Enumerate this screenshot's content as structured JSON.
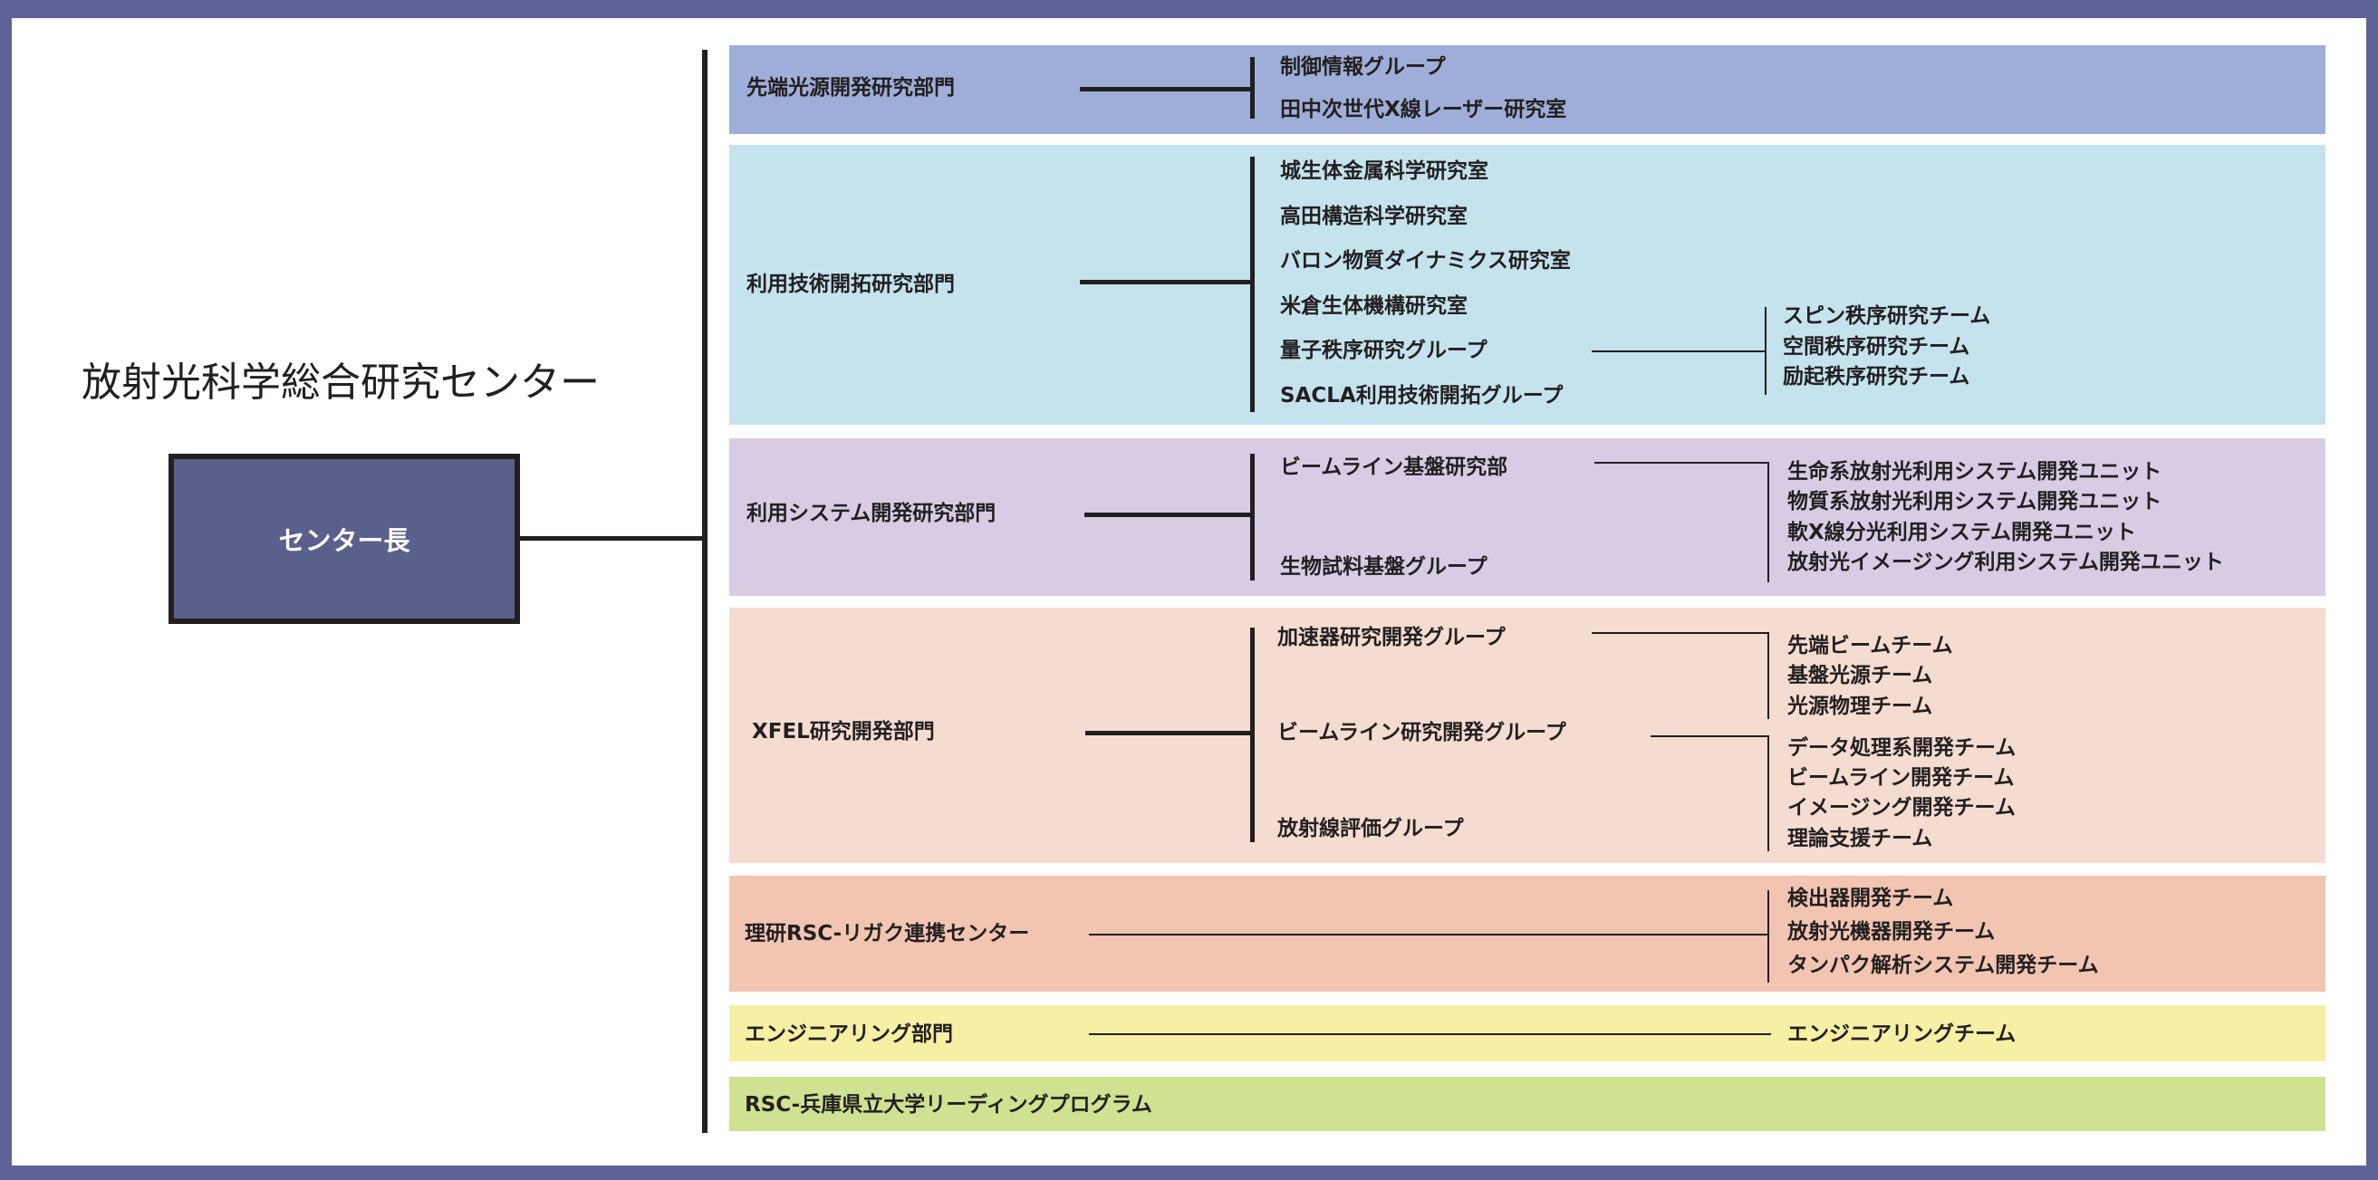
{
  "center": {
    "title": "放射光科学総合研究センター",
    "director": "センター長"
  },
  "colors": {
    "frame": "#5f6296",
    "director_box": "#5b5f8c",
    "band_1": "#9eaed8",
    "band_2": "#c4e3ed",
    "band_3": "#d8cce4",
    "band_4": "#f4dcd0",
    "band_5": "#f1c5b2",
    "band_6": "#f5f0a4",
    "band_7": "#cfe291"
  },
  "divisions": [
    {
      "name": "先端光源開発研究部門",
      "groups": [
        "制御情報グループ",
        "田中次世代X線レーザー研究室"
      ]
    },
    {
      "name": "利用技術開拓研究部門",
      "groups": [
        "城生体金属科学研究室",
        "高田構造科学研究室",
        "バロン物質ダイナミクス研究室",
        "米倉生体機構研究室",
        "量子秩序研究グループ",
        "SACLA利用技術開拓グループ"
      ],
      "teams": [
        "スピン秩序研究チーム",
        "空間秩序研究チーム",
        "励起秩序研究チーム"
      ]
    },
    {
      "name": "利用システム開発研究部門",
      "groups": [
        "ビームライン基盤研究部",
        "生物試料基盤グループ"
      ],
      "units": [
        "生命系放射光利用システム開発ユニット",
        "物質系放射光利用システム開発ユニット",
        "軟X線分光利用システム開発ユニット",
        "放射光イメージング利用システム開発ユニット"
      ]
    },
    {
      "name": "XFEL研究開発部門",
      "groups": [
        "加速器研究開発グループ",
        "ビームライン研究開発グループ",
        "放射線評価グループ"
      ],
      "accelerator_teams": [
        "先端ビームチーム",
        "基盤光源チーム",
        "光源物理チーム"
      ],
      "beamline_teams": [
        "データ処理系開発チーム",
        "ビームライン開発チーム",
        "イメージング開発チーム",
        "理論支援チーム"
      ]
    },
    {
      "name": "理研RSC-リガク連携センター",
      "teams": [
        "検出器開発チーム",
        "放射光機器開発チーム",
        "タンパク解析システム開発チーム"
      ]
    },
    {
      "name": "エンジニアリング部門",
      "teams": [
        "エンジニアリングチーム"
      ]
    },
    {
      "name": "RSC-兵庫県立大学リーディングプログラム"
    }
  ]
}
